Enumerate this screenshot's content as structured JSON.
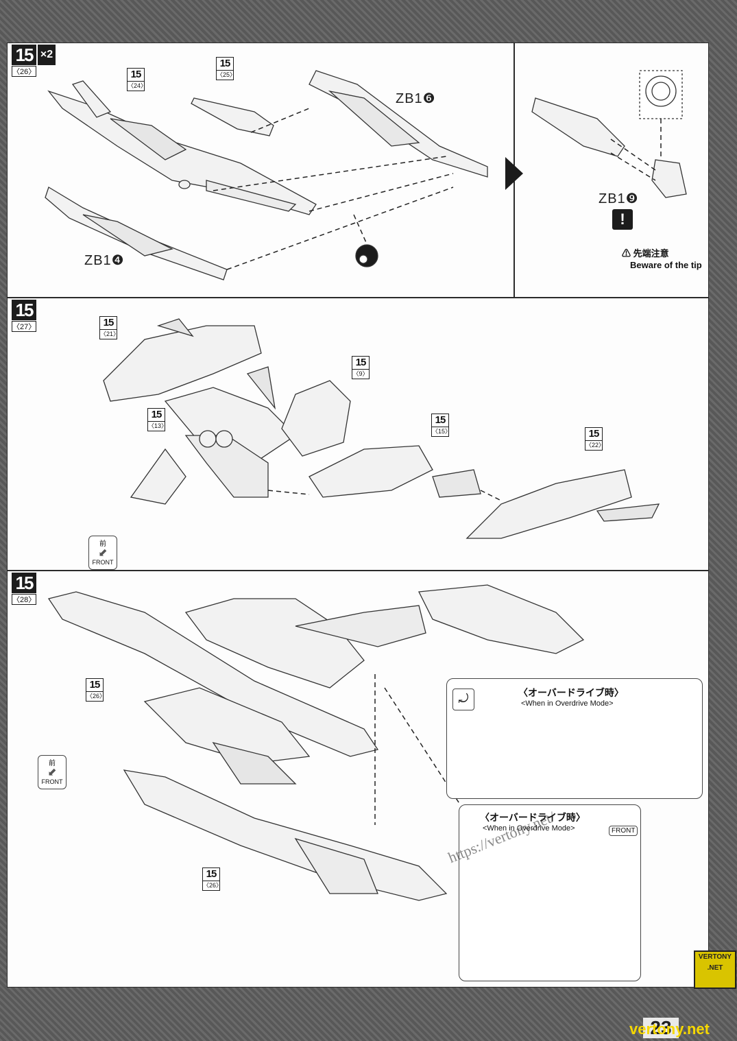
{
  "page": {
    "page_number": "23",
    "watermark": "vertony.net",
    "badge_lines": [
      "VERTONY",
      ".NET"
    ],
    "diagonal_watermark": "https://vertony.net/"
  },
  "panel1": {
    "step": "15",
    "step_sub": "〈26〉",
    "multiplier": "×2",
    "refs": [
      {
        "n": "15",
        "s": "〈24〉"
      },
      {
        "n": "15",
        "s": "〈25〉"
      }
    ],
    "part_labels": [
      "ZB1❻",
      "ZB1❹",
      "ZB1❾"
    ],
    "warning_mark": "!",
    "tip_jp": "⚠ 先端注意",
    "tip_en": "Beware of the tip"
  },
  "panel2": {
    "step": "15",
    "step_sub": "〈27〉",
    "refs": [
      {
        "n": "15",
        "s": "〈21〉"
      },
      {
        "n": "15",
        "s": "〈9〉"
      },
      {
        "n": "15",
        "s": "〈13〉"
      },
      {
        "n": "15",
        "s": "〈15〉"
      },
      {
        "n": "15",
        "s": "〈22〉"
      }
    ],
    "front_icon": {
      "top": "前",
      "bottom": "FRONT"
    }
  },
  "panel3": {
    "step": "15",
    "step_sub": "〈28〉",
    "refs": [
      {
        "n": "15",
        "s": "〈26〉"
      },
      {
        "n": "15",
        "s": "〈26〉"
      }
    ],
    "front_icon": {
      "top": "前",
      "bottom": "FRONT"
    },
    "mode_box_1": {
      "jp": "〈オーバードライブ時〉",
      "en": "<When in Overdrive Mode>"
    },
    "mode_box_2": {
      "jp": "〈オーバードライブ時〉",
      "en": "<When in Overdrive Mode>",
      "front": "FRONT"
    }
  }
}
